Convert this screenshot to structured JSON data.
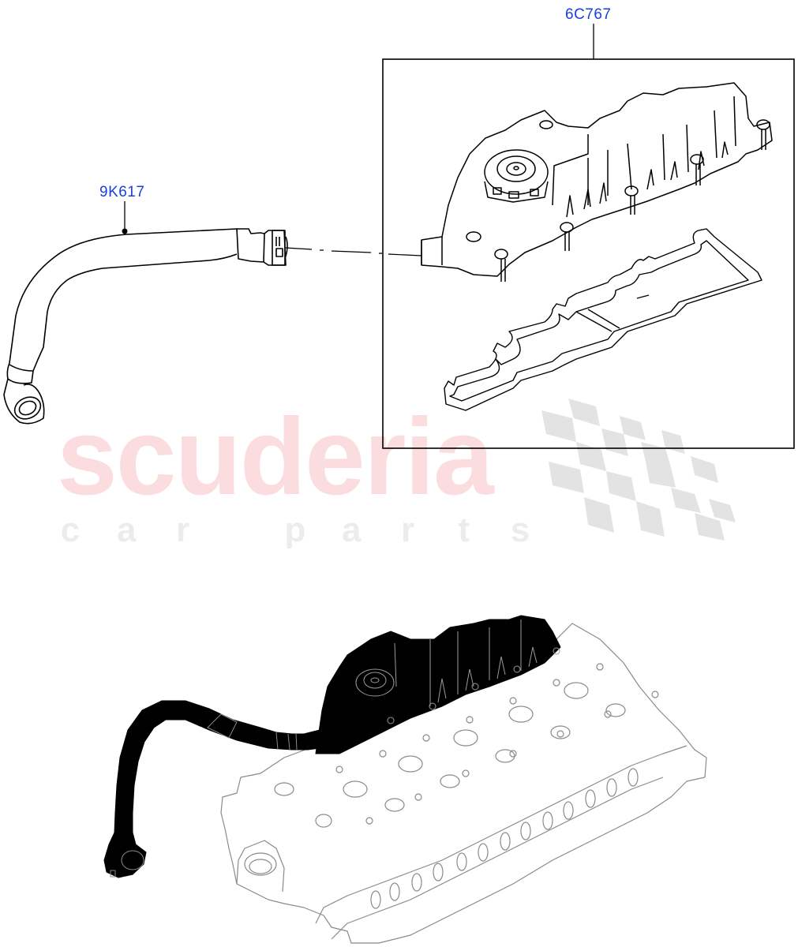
{
  "diagram": {
    "type": "exploded parts diagram",
    "callouts": [
      {
        "id": "hose",
        "label": "9K617",
        "part": "breather hose"
      },
      {
        "id": "cover",
        "label": "6C767",
        "part": "camshaft / valve cover with gasket"
      }
    ],
    "watermark": {
      "main": "scuderia",
      "sub_letters": [
        "c",
        "a",
        "r",
        "",
        "p",
        "a",
        "r",
        "t",
        "s"
      ],
      "main_color": "#fbdde0",
      "sub_color": "#ececef"
    },
    "colors": {
      "callout_text": "#1a3fe0",
      "line": "#000000",
      "engine_outline": "#8a8a8a",
      "highlight_fill": "#000000",
      "checker": "#e3e3e3"
    }
  }
}
